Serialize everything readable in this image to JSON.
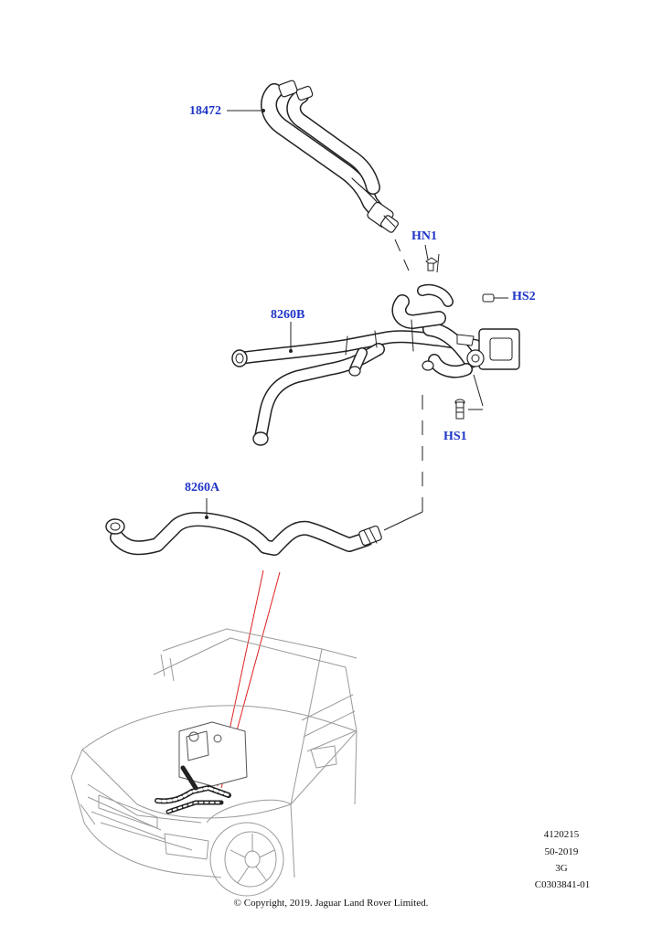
{
  "callouts": {
    "part_18472": "18472",
    "part_hn1": "HN1",
    "part_hs2": "HS2",
    "part_8260b": "8260B",
    "part_hs1": "HS1",
    "part_8260a": "8260A"
  },
  "meta": {
    "code1": "4120215",
    "code2": "50-2019",
    "code3": "3G",
    "code4": "C0303841-01"
  },
  "copyright": "© Copyright, 2019. Jaguar Land Rover Limited.",
  "colors": {
    "callout": "#1f35c8",
    "line": "#222222",
    "locator": "#e02020",
    "vehicle": "#9a9a9a"
  }
}
